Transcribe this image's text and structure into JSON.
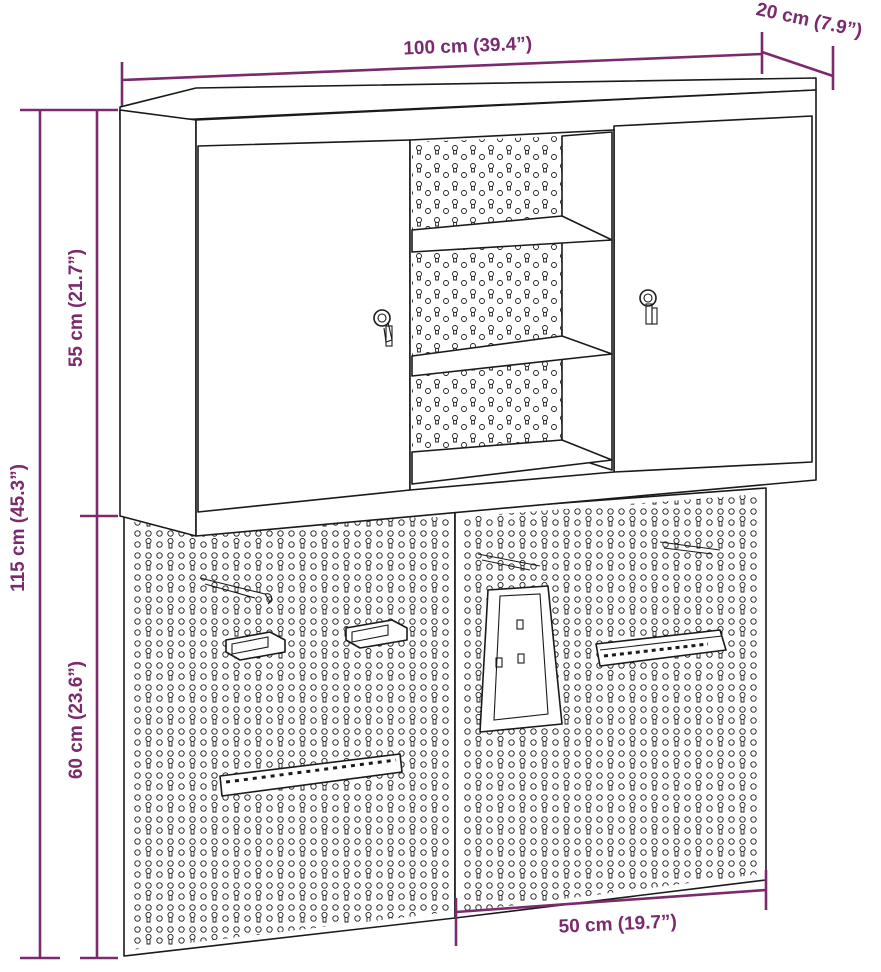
{
  "colors": {
    "dimension": "#7b2a6e",
    "line_art": "#1a1a1a",
    "background": "#ffffff"
  },
  "dimensions": {
    "width": "100 cm (39.4”)",
    "depth": "20 cm (7.9”)",
    "total_height": "115 cm (45.3”)",
    "cabinet_height": "55 cm (21.7”)",
    "pegboard_height": "60 cm (23.6”)",
    "pegboard_panel_width": "50 cm (19.7”)"
  }
}
